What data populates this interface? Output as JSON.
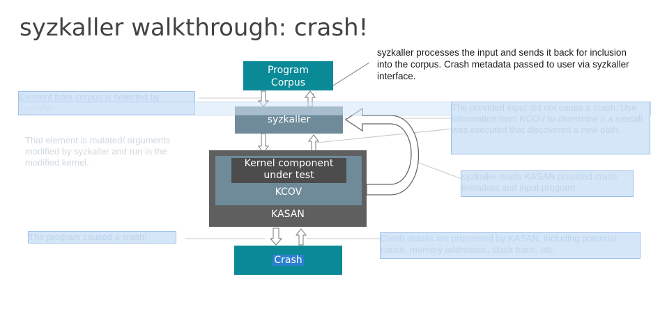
{
  "title": "syzkaller walkthrough: crash!",
  "nodes": {
    "corpus": "Program\nCorpus",
    "syzkaller": "syzkaller",
    "kernel": "Kernel component\nunder test",
    "kcov": "KCOV",
    "kasan": "KASAN",
    "crash": "Crash"
  },
  "annotations": {
    "top_right": "syzkaller processes the input and sends it back for inclusion into the corpus. Crash metadata passed to user via syzkaller interface.",
    "corpus_selected": "Element from corpus is selected by syzkaller",
    "mutated": "That element is mutated/ arguments modified by syzkaller and run in the modified kernel.",
    "no_crash": "The provided input did not cause a crash. Use information from KCOV to determine if a syscall was executed that discovered a new path.",
    "kasan_reads": "syzkaller reads KASAN provided crash metadata and input program",
    "program_crash": "The program caused a crash!",
    "crash_details": "Crash details are processed by KASAN, including potential cause, memory addresses, stack trace, etc."
  },
  "colors": {
    "teal": "#0a8a96",
    "slate": "#6f8b99",
    "dark_gray": "#5f5f5f",
    "charcoal": "#4c4c4c",
    "highlight": "#d5e6f8"
  }
}
